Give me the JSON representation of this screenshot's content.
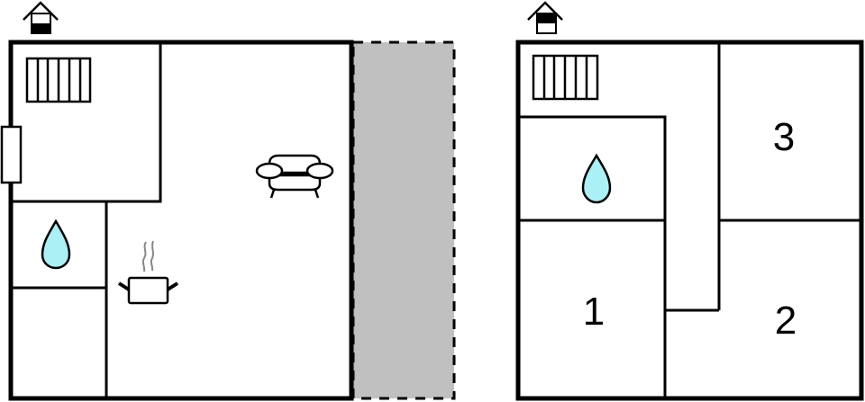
{
  "diagram": {
    "type": "floor-plan",
    "floors": [
      {
        "id": "ground-floor",
        "level_icon": "house-icon-ground",
        "rooms": [
          {
            "name": "utility-room",
            "icon": "radiator-icon"
          },
          {
            "name": "bathroom",
            "icon": "water-drop-icon"
          },
          {
            "name": "storage",
            "icon": ""
          },
          {
            "name": "living-kitchen",
            "icons": [
              "cooking-pot-icon",
              "armchair-icon"
            ]
          },
          {
            "name": "terrace",
            "fill": "#c0c0c0",
            "border": "dashed"
          }
        ]
      },
      {
        "id": "upper-floor",
        "level_icon": "house-icon-upper",
        "rooms": [
          {
            "name": "utility-room",
            "icon": "radiator-icon"
          },
          {
            "name": "bathroom",
            "icon": "water-drop-icon"
          },
          {
            "name": "bedroom-1",
            "label": "1"
          },
          {
            "name": "bedroom-2",
            "label": "2"
          },
          {
            "name": "bedroom-3",
            "label": "3"
          }
        ]
      }
    ],
    "colors": {
      "wall": "#000000",
      "terrace": "#c0c0c0",
      "water": "#aaf0f5",
      "steam": "#888888"
    }
  }
}
